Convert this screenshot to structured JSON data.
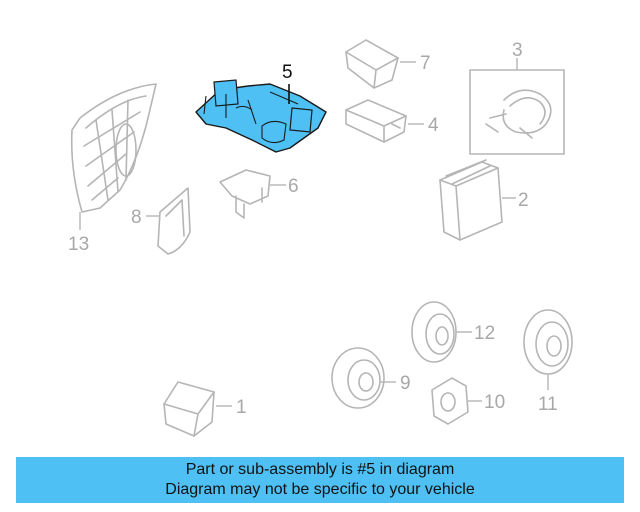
{
  "diagram": {
    "highlight_color": "#4fc0f4",
    "callouts": [
      "1",
      "2",
      "3",
      "4",
      "5",
      "6",
      "7",
      "8",
      "9",
      "10",
      "11",
      "12",
      "13"
    ],
    "highlighted_part": "5"
  },
  "banner": {
    "line1": "Part or sub-assembly is #5 in diagram",
    "line2": "Diagram may not be specific to your vehicle",
    "background": "#4fc0f4"
  }
}
